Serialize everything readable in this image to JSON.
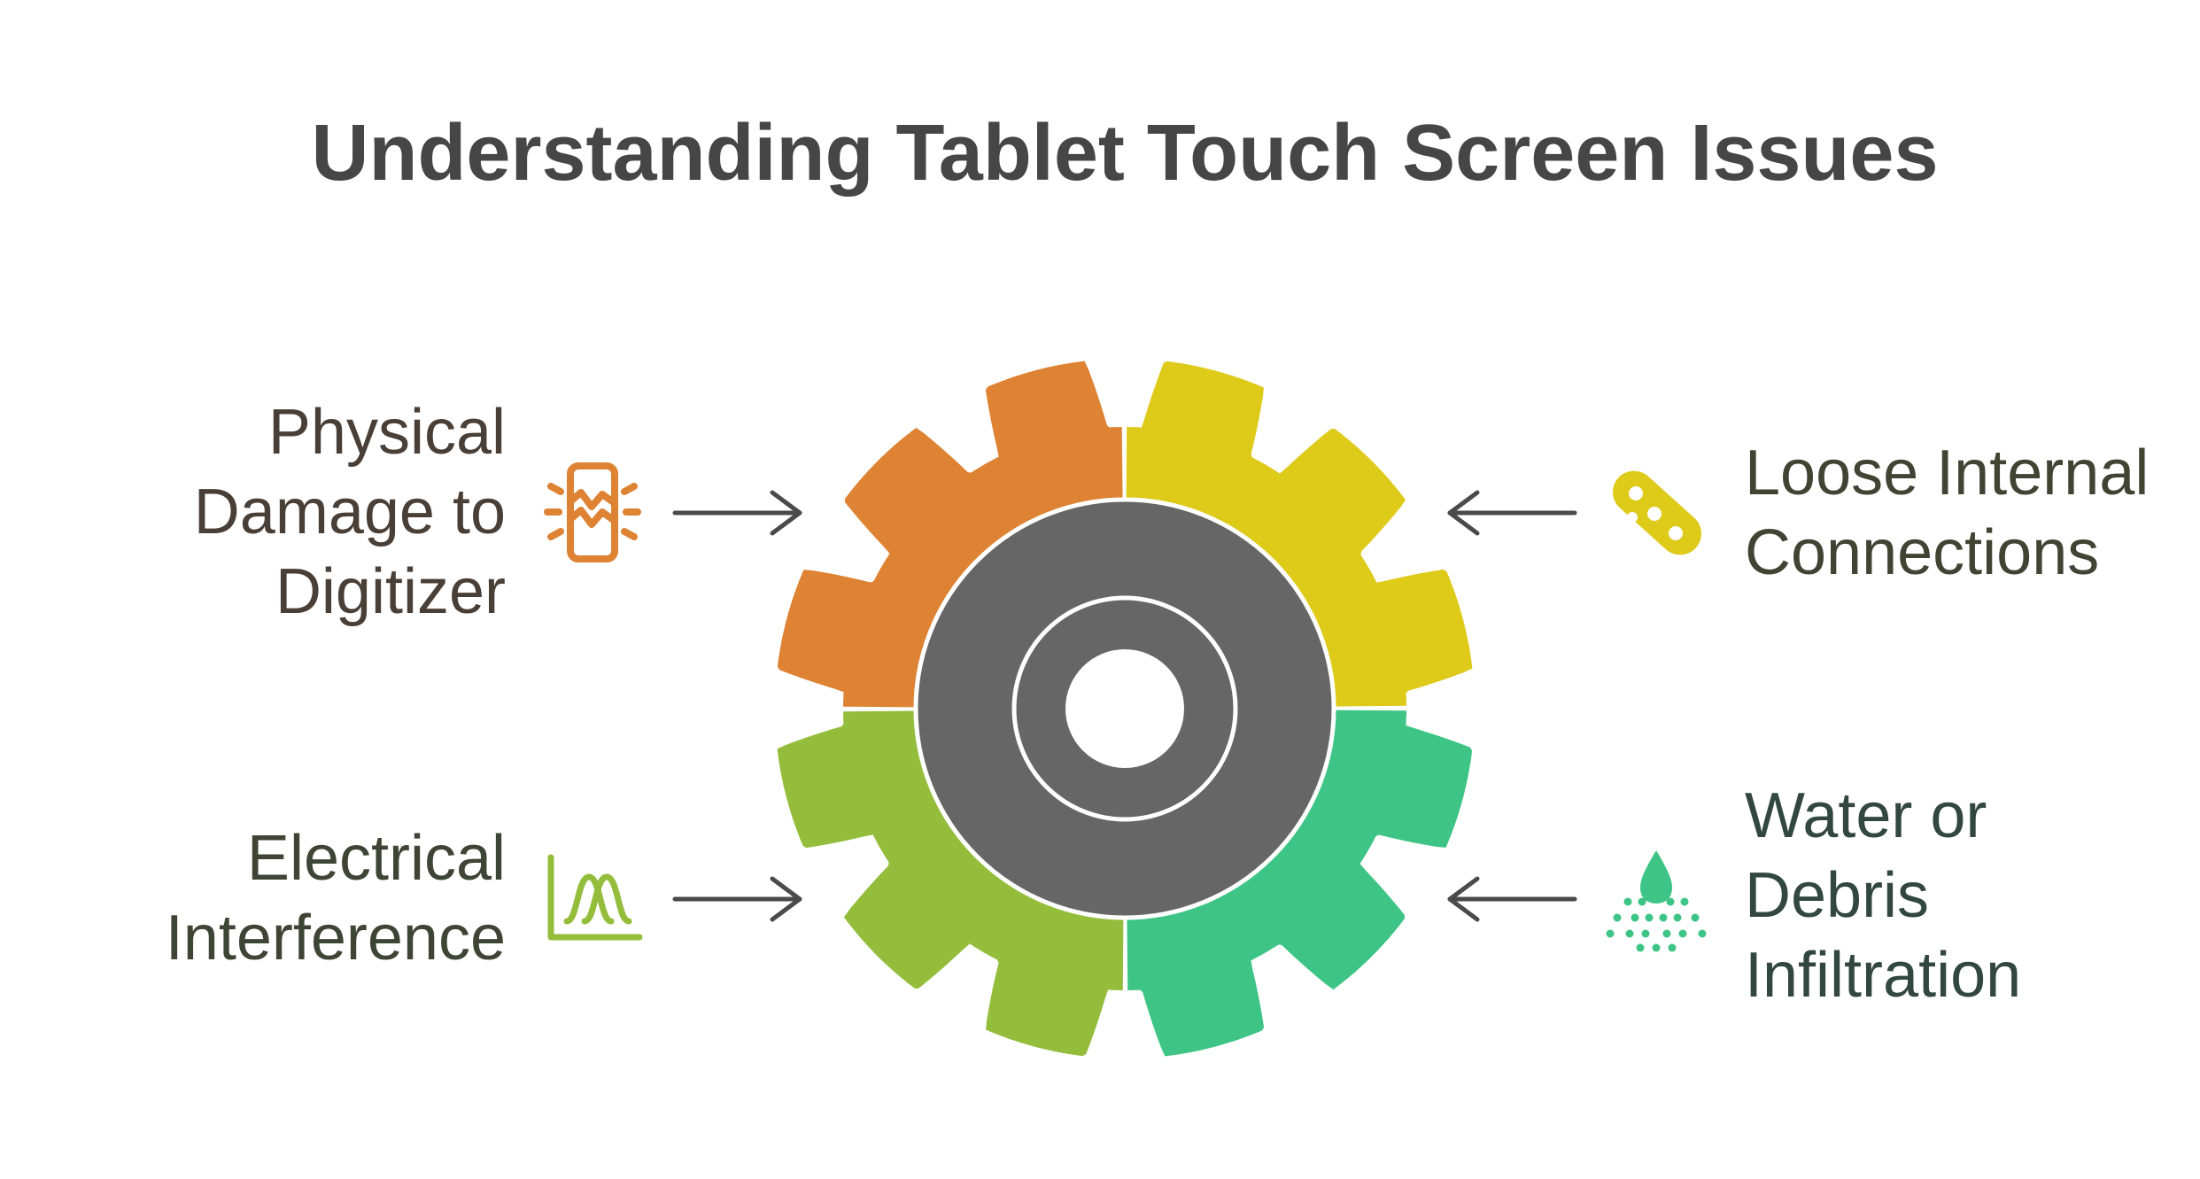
{
  "title": "Understanding Tablet Touch Screen Issues",
  "colors": {
    "physical": "#DE8233",
    "loose": "#DECA19",
    "electrical": "#94BD3C",
    "water": "#3EC585",
    "hub": "#666666",
    "arrow": "#4a4a4a",
    "title_text": "#464646"
  },
  "issues": {
    "physical": {
      "lines": [
        "Physical",
        "Damage to",
        "Digitizer"
      ],
      "icon": "cracked-screen-icon"
    },
    "loose": {
      "lines": [
        "Loose Internal",
        "Connections"
      ],
      "icon": "loose-connector-icon"
    },
    "electrical": {
      "lines": [
        "Electrical",
        "Interference"
      ],
      "icon": "signal-waves-icon"
    },
    "water": {
      "lines": [
        "Water or",
        "Debris",
        "Infiltration"
      ],
      "icon": "water-drop-icon"
    }
  }
}
